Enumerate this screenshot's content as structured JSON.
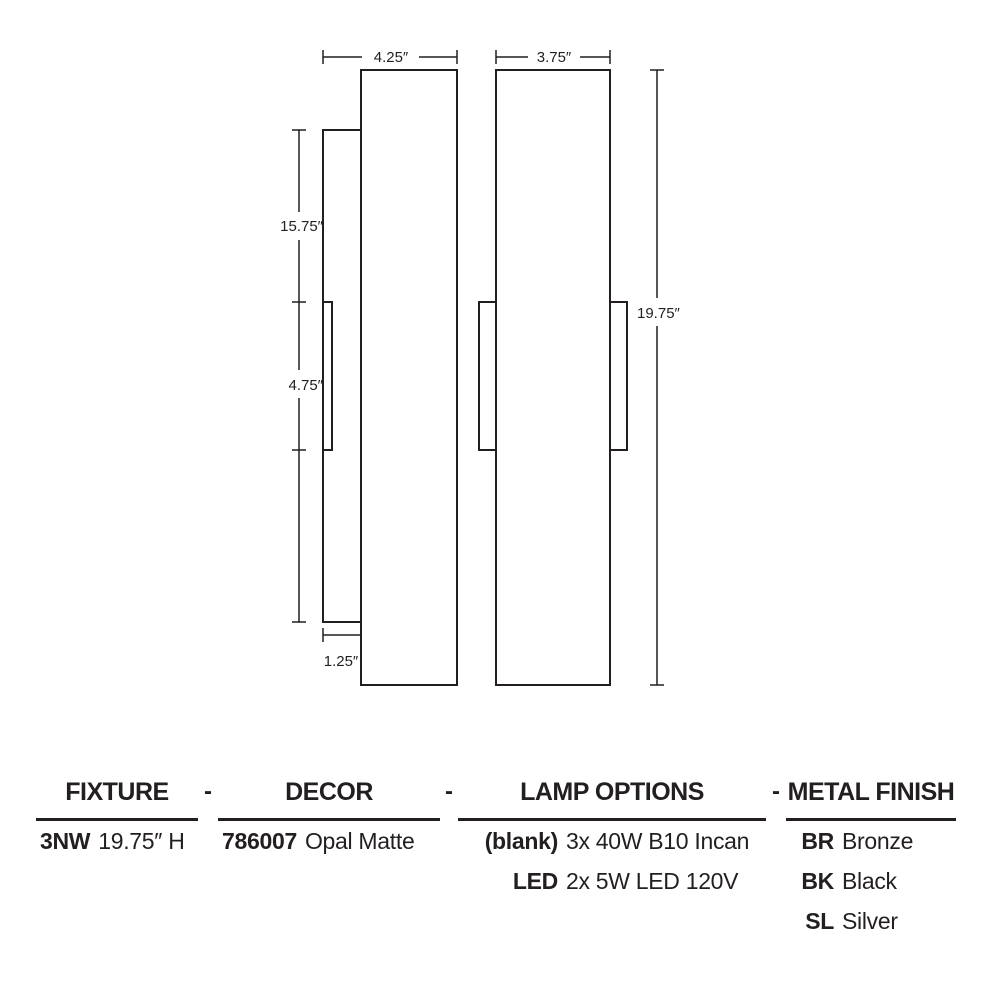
{
  "drawing": {
    "dims": {
      "side_depth": "4.25″",
      "front_width": "3.75″",
      "upper_height": "15.75″",
      "window_height": "4.75″",
      "overall_height": "19.75″",
      "bracket_depth": "1.25″"
    }
  },
  "spec": {
    "separator": "-",
    "fixture": {
      "header": "FIXTURE",
      "code": "3NW",
      "value": "19.75″ H"
    },
    "decor": {
      "header": "DECOR",
      "code": "786007",
      "value": "Opal Matte"
    },
    "lamp": {
      "header": "LAMP OPTIONS",
      "options": [
        {
          "code": "(blank)",
          "value": "3x 40W B10 Incan"
        },
        {
          "code": "LED",
          "value": "2x 5W LED 120V"
        }
      ]
    },
    "finish": {
      "header": "METAL FINISH",
      "options": [
        {
          "code": "BR",
          "value": "Bronze"
        },
        {
          "code": "BK",
          "value": "Black"
        },
        {
          "code": "SL",
          "value": "Silver"
        }
      ]
    }
  }
}
